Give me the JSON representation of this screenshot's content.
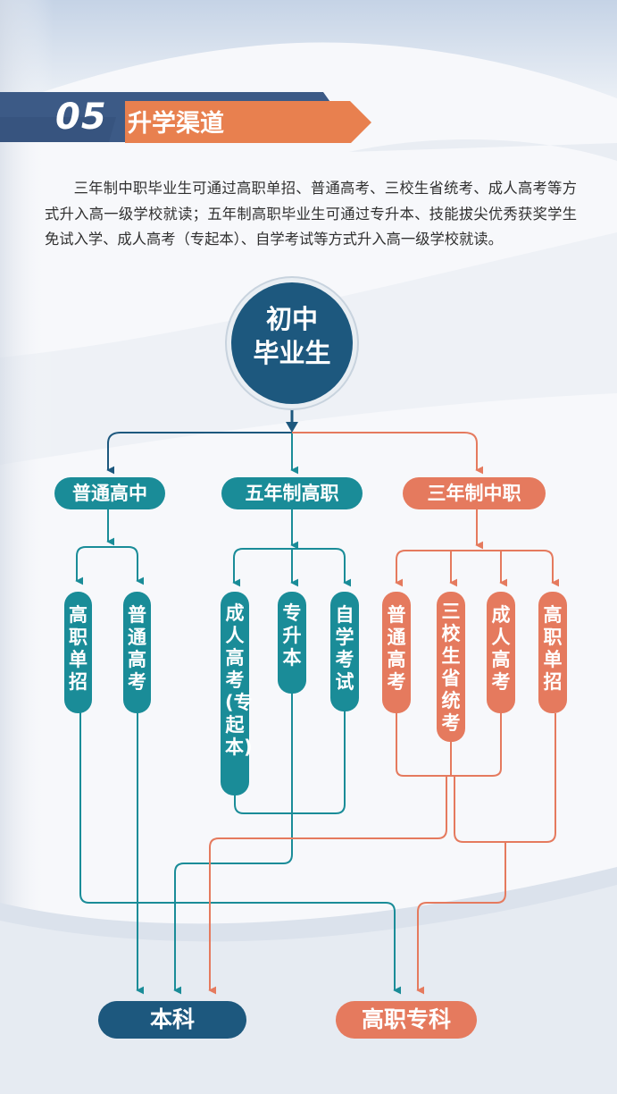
{
  "section": {
    "number": "05",
    "title": "升学渠道"
  },
  "intro": "三年制中职毕业生可通过高职单招、普通高考、三校生省统考、成人高考等方式升入高一级学校就读；五年制高职毕业生可通过专升本、技能拔尖优秀获奖学生免试入学、成人高考（专起本）、自学考试等方式升入高一级学校就读。",
  "diagram": {
    "root": "初中毕业生",
    "tracks": [
      {
        "label": "普通高中",
        "options": [
          "高职单招",
          "普通高考"
        ]
      },
      {
        "label": "五年制高职",
        "options": [
          "成人高考(专起本)",
          "专升本",
          "自学考试"
        ]
      },
      {
        "label": "三年制中职",
        "options": [
          "普通高考",
          "三校生省统考",
          "成人高考",
          "高职单招"
        ]
      }
    ],
    "outcomes": [
      "本科",
      "高职专科"
    ]
  },
  "colors": {
    "dark_blue": "#1d587e",
    "teal": "#1a8c98",
    "salmon": "#e57a5e",
    "header_blue": "#3c5a86",
    "header_orange": "#e8804f"
  }
}
